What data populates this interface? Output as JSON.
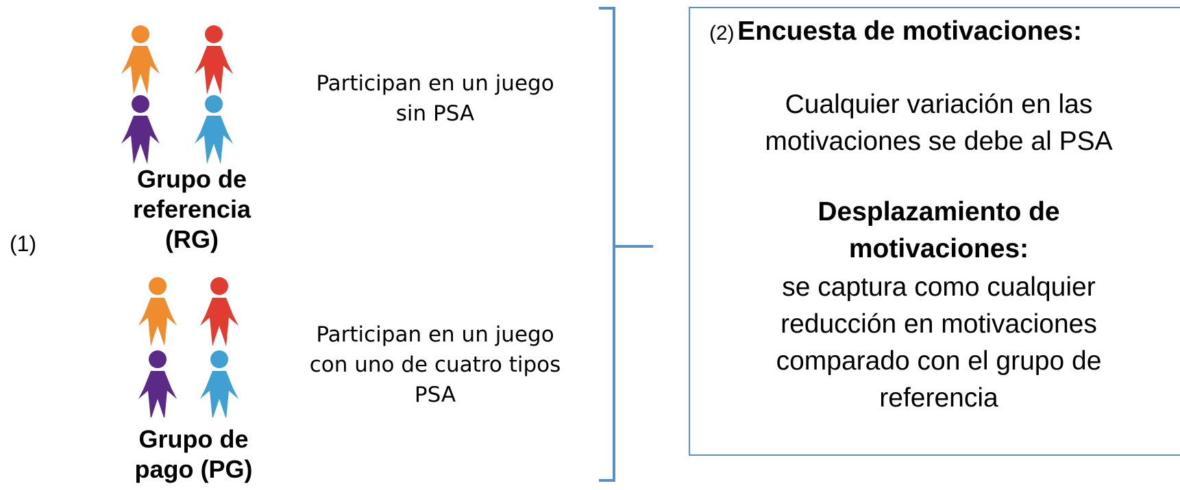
{
  "step_labels": {
    "step1": "(1)",
    "step2": "(2)"
  },
  "groups": {
    "reference": {
      "label": "Grupo de referencia (RG)",
      "description": "Participan en un juego sin PSA",
      "figures": [
        "orange-person-icon",
        "red-person-icon",
        "purple-person-icon",
        "blue-person-icon"
      ]
    },
    "payment": {
      "label": "Grupo de pago (PG)",
      "description": "Participan en un juego con uno de cuatro tipos PSA",
      "figures": [
        "orange-person-icon",
        "red-person-icon",
        "purple-person-icon",
        "blue-person-icon"
      ]
    }
  },
  "survey_box": {
    "title": "Encuesta de motivaciones:",
    "statement": "Cualquier variación en las motivaciones se debe al PSA",
    "crowding_title": "Desplazamiento de motivaciones:",
    "crowding_text": "se captura como cualquier reducción en motivaciones comparado con el grupo de referencia"
  },
  "colors": {
    "orange": "#ef8c2e",
    "red": "#e03c31",
    "purple": "#5b2a86",
    "blue": "#41a0d2",
    "bracket": "#5b8fc7"
  }
}
